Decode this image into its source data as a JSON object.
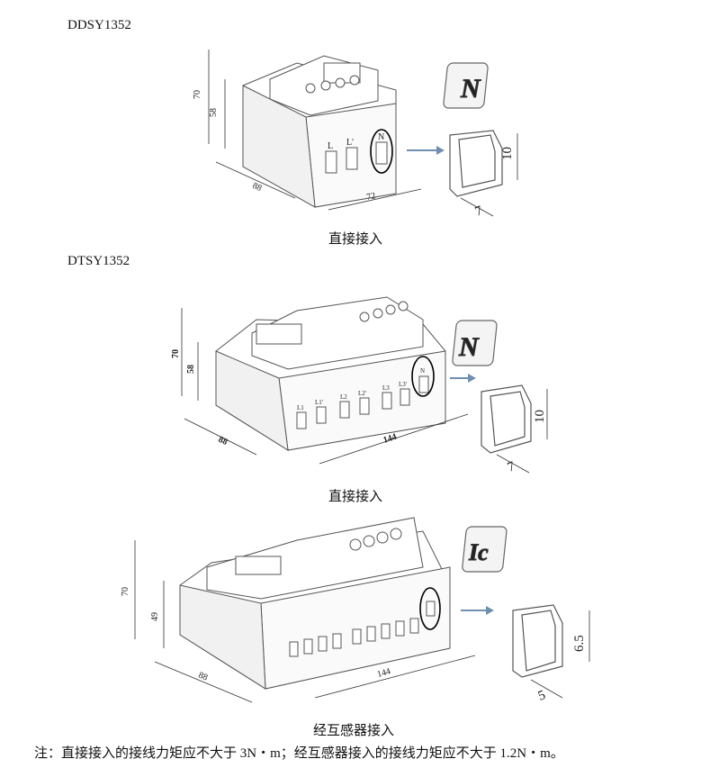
{
  "sections": [
    {
      "model": "DDSY1352",
      "caption": "直接接入",
      "dims": {
        "height_total": "70",
        "height_body": "58",
        "depth": "88",
        "width": "72"
      },
      "terminal_labels": [
        "L",
        "L'",
        "N"
      ],
      "icon_letter": "N",
      "terminal_dims": {
        "height": "10",
        "width": "7"
      }
    },
    {
      "model": "DTSY1352",
      "caption": "直接接入",
      "dims": {
        "height_total": "70",
        "height_body": "58",
        "depth": "88",
        "width": "144"
      },
      "terminal_labels": [
        "L1",
        "L1'",
        "L2",
        "L2'",
        "L3",
        "L3'",
        "N"
      ],
      "icon_letter": "N",
      "terminal_dims": {
        "height": "10",
        "width": "7"
      }
    },
    {
      "model": "",
      "caption": "经互感器接入",
      "dims": {
        "height_total": "70",
        "height_body": "49",
        "depth": "88",
        "width": "144"
      },
      "icon_letter": "Ic",
      "terminal_dims": {
        "height": "6.5",
        "width": "5"
      }
    }
  ],
  "note": "注：直接接入的接线力矩应不大于 3N・m；经互感器接入的接线力矩应不大于 1.2N・m。",
  "colors": {
    "line": "#555555",
    "arrow": "#6f8fb0",
    "highlight": "#000000"
  }
}
